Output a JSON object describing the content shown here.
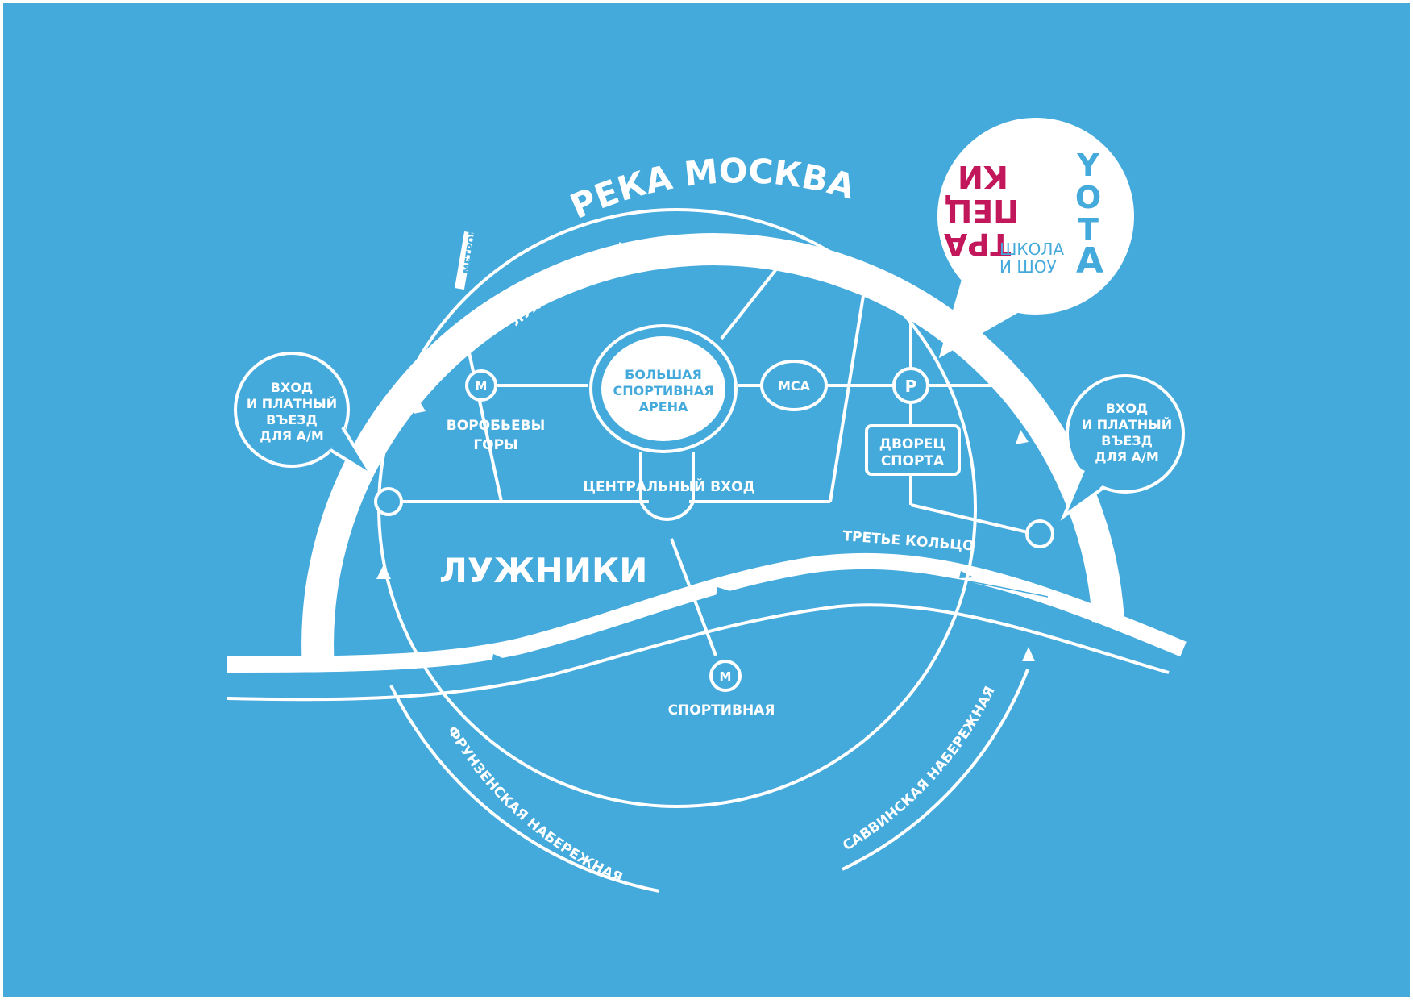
{
  "colors": {
    "background": "#44a9db",
    "lines": "#ffffff",
    "logo_magenta": "#c2185b",
    "logo_blue": "#44a9db"
  },
  "river": {
    "label": "РЕКА МОСКВА"
  },
  "streets": {
    "luzhnetskaya": "ЛУЖНЕЦКАЯ НАБЕРЕЖНАЯ",
    "frunzenskaya": "ФРУНЗЕНСКАЯ НАБЕРЕЖНАЯ",
    "savvinskaya": "САВВИНСКАЯ НАБЕРЕЖНАЯ",
    "third_ring": "ТРЕТЬЕ КОЛЬЦО",
    "metro_bridge": "МЕТРОМОСТ",
    "central_entrance": "ЦЕНТРАЛЬНЫЙ ВХОД"
  },
  "area": {
    "name": "ЛУЖНИКИ"
  },
  "metro_symbol": "М",
  "metro_stations": [
    {
      "line1": "ВОРОБЬЕВЫ",
      "line2": "ГОРЫ"
    },
    {
      "line1": "СПОРТИВНАЯ"
    }
  ],
  "parking_symbol": "P",
  "venues": {
    "arena": {
      "line1": "БОЛЬШАЯ",
      "line2": "СПОРТИВНАЯ",
      "line3": "АРЕНА"
    },
    "msa": "МСА",
    "palace": {
      "line1": "ДВОРЕЦ",
      "line2": "СПОРТА"
    }
  },
  "entrances": {
    "left": {
      "line1": "ВХОД",
      "line2": "И ПЛАТНЫЙ",
      "line3": "ВЪЕЗД",
      "line4": "ДЛЯ А/М"
    },
    "right": {
      "line1": "ВХОД",
      "line2": "И ПЛАТНЫЙ",
      "line3": "ВЪЕЗД",
      "line4": "ДЛЯ А/М"
    }
  },
  "logo": {
    "row1": "КИ",
    "row2": "ПЕЦ",
    "row3": "ТРА",
    "row1b": "Y",
    "row2b": "О",
    "row3b": "Т",
    "big_letter": "А",
    "school": "ШКОЛА",
    "show": "И ШОУ"
  }
}
